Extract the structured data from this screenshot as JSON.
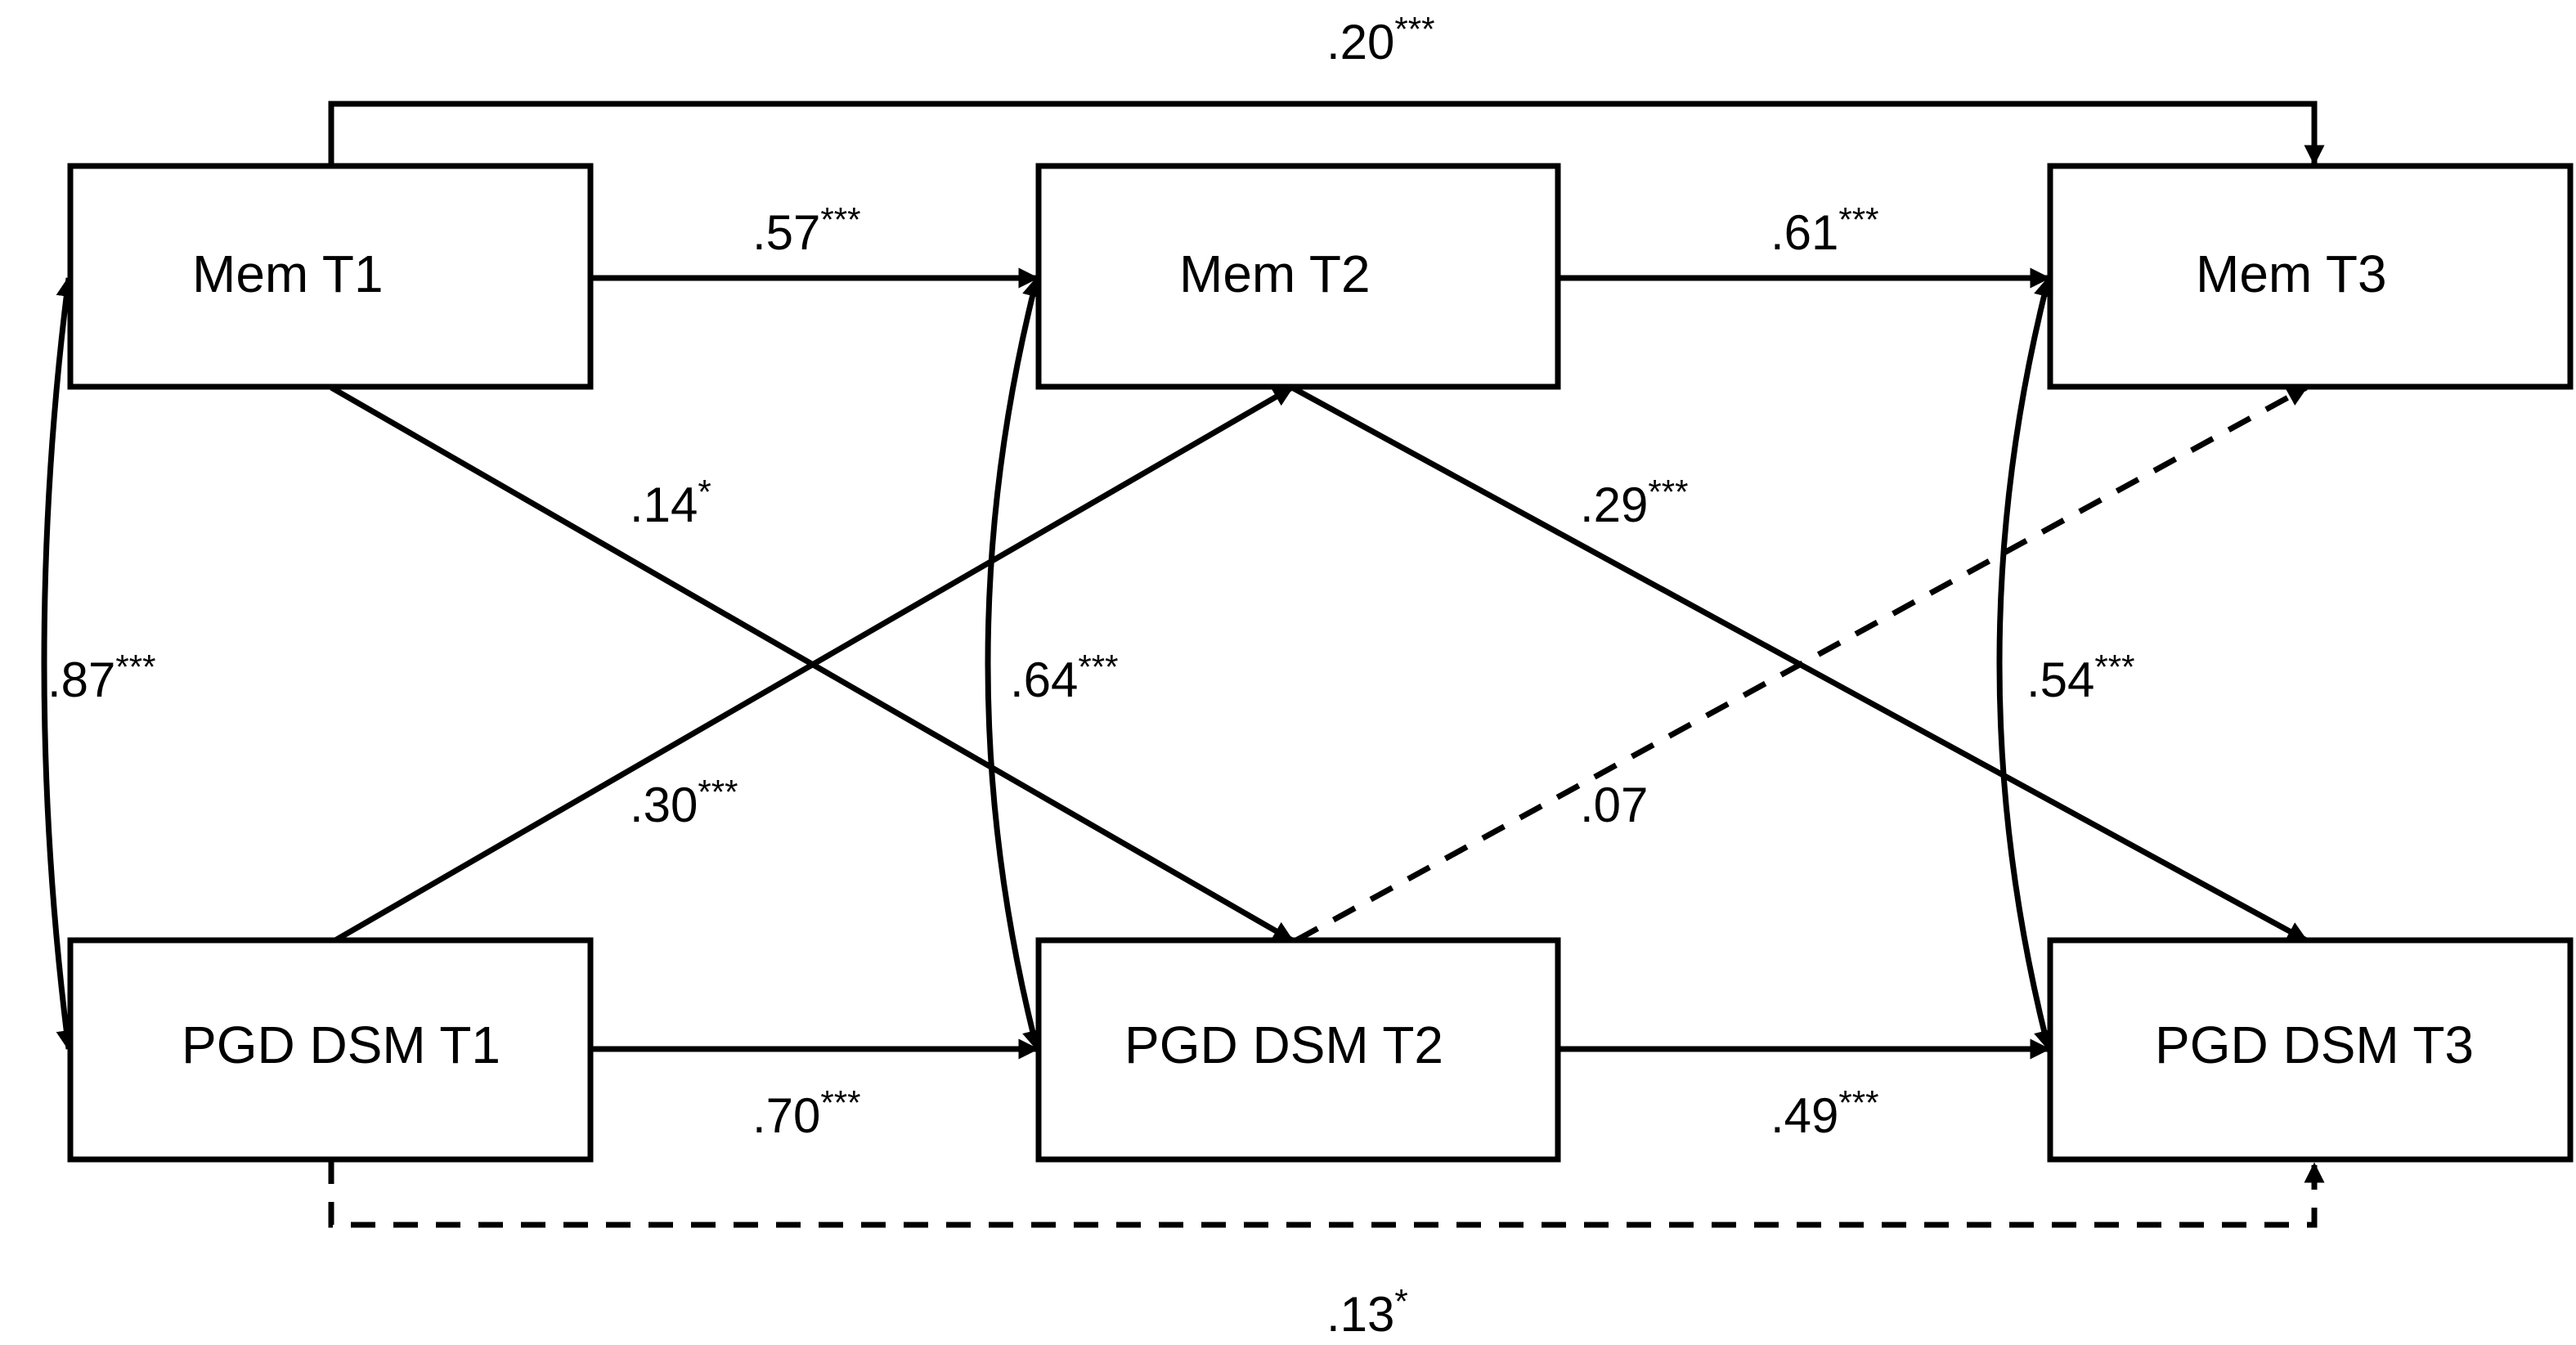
{
  "nodes": {
    "mem_t1": "Mem T1",
    "mem_t2": "Mem T2",
    "mem_t3": "Mem T3",
    "pgd_t1": "PGD DSM T1",
    "pgd_t2": "PGD DSM T2",
    "pgd_t3": "PGD DSM T3"
  },
  "paths": {
    "mem_t1_to_mem_t3": {
      "coef": ".20",
      "sig": "***",
      "style": "solid"
    },
    "mem_t1_to_mem_t2": {
      "coef": ".57",
      "sig": "***",
      "style": "solid"
    },
    "mem_t2_to_mem_t3": {
      "coef": ".61",
      "sig": "***",
      "style": "solid"
    },
    "mem_t1_to_pgd_t2": {
      "coef": ".14",
      "sig": "*",
      "style": "solid"
    },
    "mem_t2_to_pgd_t3": {
      "coef": ".29",
      "sig": "***",
      "style": "solid"
    },
    "pgd_t1_to_mem_t2": {
      "coef": ".30",
      "sig": "***",
      "style": "solid"
    },
    "pgd_t2_to_mem_t3": {
      "coef": ".07",
      "sig": "",
      "style": "dashed"
    },
    "pgd_t1_to_pgd_t2": {
      "coef": ".70",
      "sig": "***",
      "style": "solid"
    },
    "pgd_t2_to_pgd_t3": {
      "coef": ".49",
      "sig": "***",
      "style": "solid"
    },
    "pgd_t1_to_pgd_t3": {
      "coef": ".13",
      "sig": "*",
      "style": "dashed"
    }
  },
  "correlations": {
    "t1": {
      "coef": ".87",
      "sig": "***"
    },
    "t2": {
      "coef": ".64",
      "sig": "***"
    },
    "t3": {
      "coef": ".54",
      "sig": "***"
    }
  },
  "colors": {
    "stroke": "#000000",
    "background": "#ffffff"
  }
}
